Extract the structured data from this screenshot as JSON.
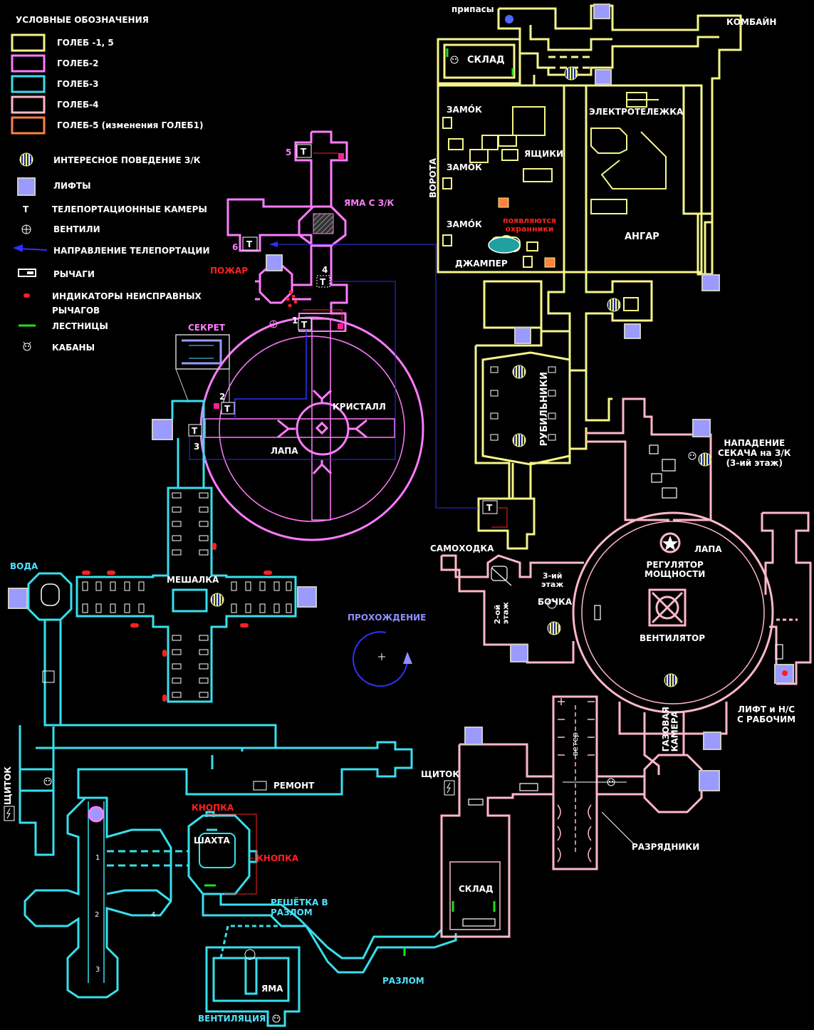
{
  "legend": {
    "title": "УСЛОВНЫЕ ОБОЗНАЧЕНИЯ",
    "items": [
      {
        "label": "ГОЛЕБ -1, 5",
        "color": "#f5f58a"
      },
      {
        "label": "ГОЛЕБ-2",
        "color": "#ff7bff"
      },
      {
        "label": "ГОЛЕБ-3",
        "color": "#37e0ee"
      },
      {
        "label": "ГОЛЕБ-4",
        "color": "#ffb8c8"
      },
      {
        "label": "ГОЛЕБ-5 (изменения ГОЛЕБ1)",
        "color": "#ff8040"
      }
    ],
    "symbols": [
      {
        "icon": "striped-circle-icon",
        "label": "ИНТЕРЕСНОЕ ПОВЕДЕНИЕ З/К"
      },
      {
        "icon": "elevator-icon",
        "label": "ЛИФТЫ"
      },
      {
        "icon": "T",
        "label": "ТЕЛЕПОРТАЦИОННЫЕ КАМЕРЫ"
      },
      {
        "icon": "valve-icon",
        "label": "ВЕНТИЛИ"
      },
      {
        "icon": "arrow-icon",
        "label": "НАПРАВЛЕНИЕ ТЕЛЕПОРТАЦИИ"
      },
      {
        "icon": "lever-icon",
        "label": "РЫЧАГИ"
      },
      {
        "icon": "red-dot-icon",
        "label": "ИНДИКАТОРЫ НЕИСПРАВНЫХ"
      },
      {
        "icon": "",
        "label": "РЫЧАГОВ"
      },
      {
        "icon": "ladder-icon",
        "label": "ЛЕСТНИЦЫ"
      },
      {
        "icon": "boar-icon",
        "label": "КАБАНЫ"
      }
    ]
  },
  "labels": {
    "pripasy": "припасы",
    "kombain": "КОМБАЙН",
    "sklad_top": "СКЛАД",
    "zamok1": "ЗАМО́К",
    "zamok2": "ЗАМО́К",
    "zamok3": "ЗАМО́К",
    "elektro": "ЭЛЕКТРОТЕЛЕЖКА",
    "yashchiki": "ЯЩИКИ",
    "vorota": "ВОРОТА",
    "ohranniki": "появляются\nохранники",
    "angar": "АНГАР",
    "dzhamper": "ДЖАМПЕР",
    "rubilniki": "РУБИЛЬНИКИ",
    "yama_zk": "ЯМА С З/К",
    "pozhar": "ПОЖАР",
    "sekret": "СЕКРЕТ",
    "kristall": "КРИСТАЛЛ",
    "lapa1": "ЛАПА",
    "napadenie": "НАПАДЕНИЕ\nСЕКАЧА на З/К\n(3-ий этаж)",
    "samohodka": "САМОХОДКА",
    "lapa2": "ЛАПА",
    "regulyator": "РЕГУЛЯТОР\nМОЩНОСТИ",
    "etazh3": "3-ий\nэтаж",
    "bochka": "БОЧКА",
    "etazh2": "2-ой\nэтаж",
    "ventilyator": "ВЕНТИЛЯТОР",
    "lift_ns": "ЛИФТ и Н/С\nС РАБОЧИМ",
    "voda": "ВОДА",
    "meshalka": "МЕШАЛКА",
    "prohozhdenie": "ПРОХОЖДЕНИЕ",
    "gazovaya": "ГАЗОВАЯ\nКАМЕРА",
    "veter": "ветер",
    "remont": "РЕМОНТ",
    "shchitok_left": "ЩИТОК",
    "shchitok_right": "ЩИТОК",
    "razryadniki": "РАЗРЯДНИКИ",
    "knopka1": "КНОПКА",
    "knopka2": "КНОПКА",
    "shahta": "ШАХТА",
    "reshetka": "РЕШЁТКА В\nРАЗЛОМ",
    "sklad_bottom": "СКЛАД",
    "yama": "ЯМА",
    "razlom": "РАЗЛОМ",
    "ventilyatsiya": "ВЕНТИЛЯЦИЯ",
    "n1": "1",
    "n2": "2",
    "n3": "3",
    "n4": "4",
    "n5": "5",
    "n6": "6",
    "s1": "1",
    "s2": "2",
    "s3": "3",
    "s4": "4",
    "tele": "T"
  },
  "colors": {
    "yellow": "#f5f58a",
    "pink": "#ff7bff",
    "cyan": "#37e0ee",
    "lightpink": "#ffb8c8",
    "orange": "#ff8040",
    "blue": "#3030ff",
    "elevator": "#9a9aff",
    "red": "#ff2020",
    "green": "#20e020"
  }
}
